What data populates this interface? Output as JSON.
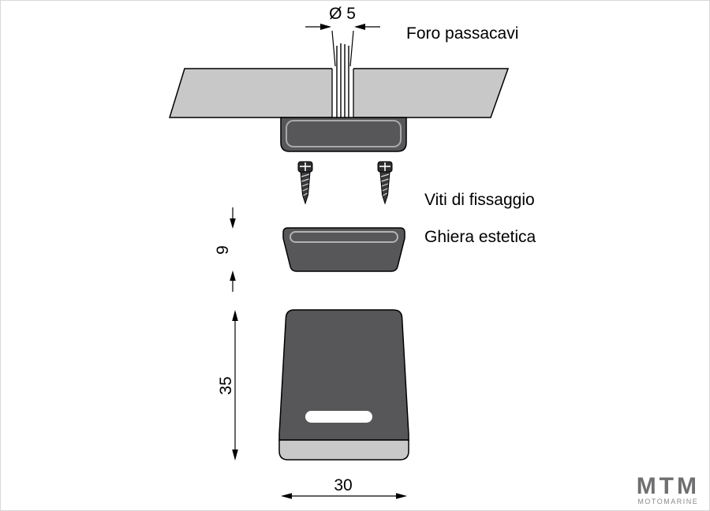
{
  "drawing": {
    "labels": {
      "hole": "Foro passacavi",
      "screws": "Viti di fissaggio",
      "ring": "Ghiera estetica"
    },
    "dimensions": {
      "hole_diameter": "Ø 5",
      "ring_height": "9",
      "body_height": "35",
      "body_width": "30"
    },
    "colors": {
      "part_dark": "#57575a",
      "panel_gray": "#c8c8c8",
      "band_gray": "#c9c9c9",
      "line": "#000000",
      "logo_gray": "#6f6f71"
    }
  },
  "logo": {
    "text": "MTM",
    "subtext": "MOTOMARINE"
  }
}
